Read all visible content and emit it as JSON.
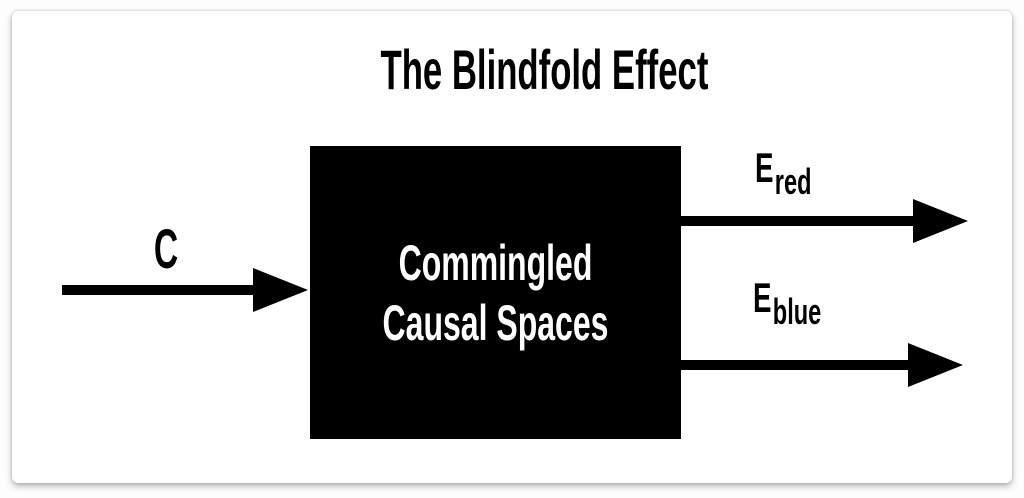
{
  "title": "The Blindfold Effect",
  "colors": {
    "ink": "#000000",
    "box_fill": "#000000",
    "box_text": "#ffffff",
    "card": "#ffffff"
  },
  "diagram": {
    "box": {
      "line1": "Commingled",
      "line2": "Causal Spaces"
    },
    "input": {
      "label": "C"
    },
    "outputs": [
      {
        "base": "E",
        "subscript": "red"
      },
      {
        "base": "E",
        "subscript": "blue"
      }
    ]
  }
}
